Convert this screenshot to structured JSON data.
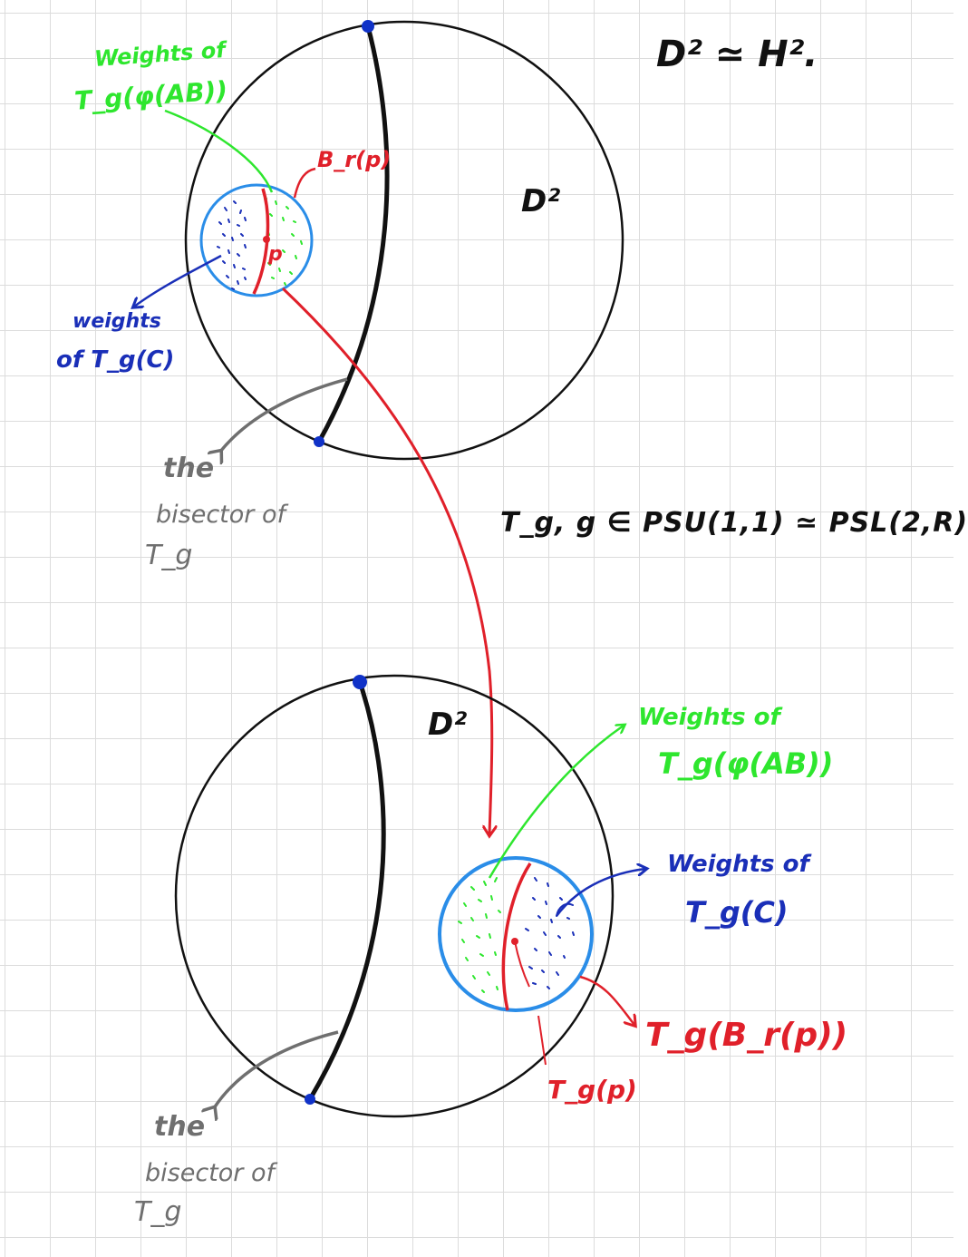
{
  "colors": {
    "circle": "#111111",
    "geodesic": "#111111",
    "ball_outline": "#2a8de8",
    "green": "#2ee62e",
    "blue": "#1a2fb8",
    "red": "#e0202a",
    "grey": "#6f6f6f",
    "endpoint": "#1032c8"
  },
  "header": {
    "equation": "D² ≃ H²."
  },
  "map_label": "T_g,  g ∈ PSU(1,1) ≃ PSL(2,R)",
  "top": {
    "disk_label": "D²",
    "ball_label": "B_r(p)",
    "point_label": "p",
    "green_label_line1": "Weights of",
    "green_label_line2": "T_g(φ(AB))",
    "blue_label_line1": "weights",
    "blue_label_line2": "of T_g(C)",
    "bisector_label_line1": "the",
    "bisector_label_line2": "bisector of",
    "bisector_label_line3": "T_g"
  },
  "bottom": {
    "disk_label": "D²",
    "green_label_line1": "Weights of",
    "green_label_line2": "T_g(φ(AB))",
    "blue_label_line1": "Weights of",
    "blue_label_line2": "T_g(C)",
    "ball_label": "T_g(B_r(p))",
    "point_label": "T_g(p)",
    "bisector_label_line1": "the",
    "bisector_label_line2": "bisector of",
    "bisector_label_line3": "T_g"
  }
}
